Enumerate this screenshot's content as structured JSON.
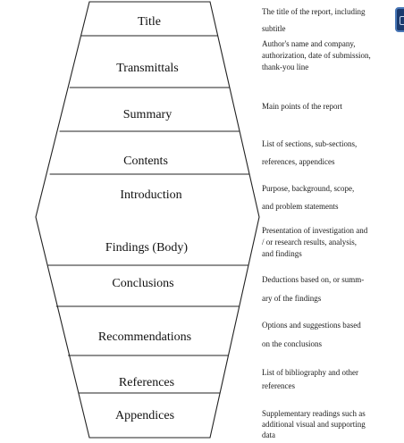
{
  "diagram": {
    "sections": [
      {
        "label": "Title",
        "description": [
          "The title of the report, including",
          "subtitle"
        ]
      },
      {
        "label": "Transmittals",
        "description": [
          "Author's name and company,",
          "authorization, date of submission,",
          "thank-you line"
        ]
      },
      {
        "label": "Summary",
        "description": [
          "Main points of the report"
        ]
      },
      {
        "label": "Contents",
        "description": [
          "List of sections, sub-sections,",
          "references, appendices"
        ]
      },
      {
        "label": "Introduction",
        "description": [
          "Purpose, background, scope,",
          "and problem statements"
        ]
      },
      {
        "label": "Findings (Body)",
        "description": [
          "Presentation of investigation and",
          "/ or research results, analysis,",
          "and findings"
        ]
      },
      {
        "label": "Conclusions",
        "description": [
          "Deductions based on, or summ-",
          "ary of the findings"
        ]
      },
      {
        "label": "Recommendations",
        "description": [
          "Options and suggestions based",
          "on the conclusions"
        ]
      },
      {
        "label": "References",
        "description": [
          "List of bibliography and other",
          "references"
        ]
      },
      {
        "label": "Appendices",
        "description": [
          "Supplementary readings such as",
          "additional visual and supporting",
          "data"
        ]
      }
    ]
  }
}
